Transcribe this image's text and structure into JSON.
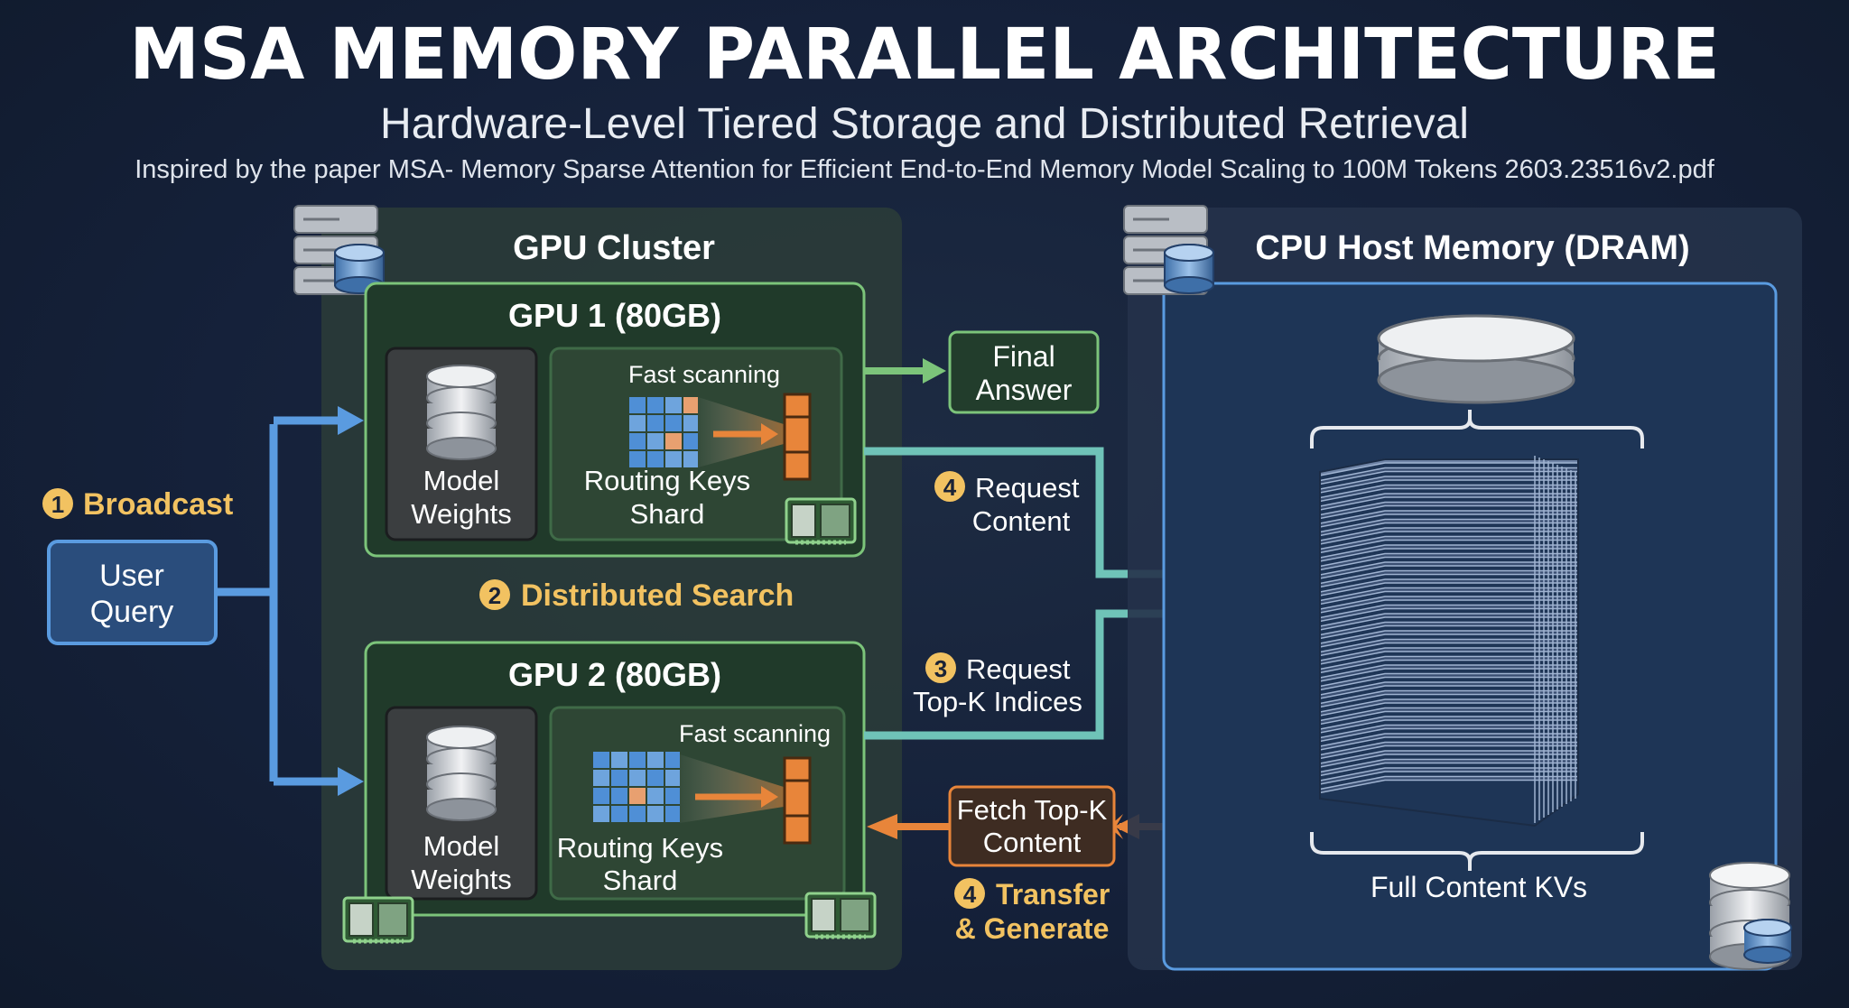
{
  "header": {
    "title": "MSA MEMORY PARALLEL ARCHITECTURE",
    "subtitle": "Hardware-Level Tiered Storage and Distributed Retrieval",
    "credit": "Inspired by the paper MSA- Memory Sparse Attention for Efficient End-to-End Memory Model Scaling to 100M Tokens 2603.23516v2.pdf"
  },
  "user_query": {
    "line1": "User",
    "line2": "Query"
  },
  "steps": {
    "broadcast": {
      "num": "1",
      "label": "Broadcast"
    },
    "distributed": {
      "num": "2",
      "label": "Distributed Search"
    },
    "request_topk": {
      "num": "3",
      "line1": "Request",
      "line2": "Top-K Indices"
    },
    "request_content": {
      "num": "4",
      "line1": "Request",
      "line2": "Content"
    },
    "transfer": {
      "num": "4",
      "line1": "Transfer",
      "line2": "& Generate"
    }
  },
  "gpu_cluster": {
    "title": "GPU Cluster",
    "gpu1": {
      "title": "GPU 1 (80GB)",
      "weights_line1": "Model",
      "weights_line2": "Weights",
      "scan_label": "Fast scanning",
      "keys_line1": "Routing Keys",
      "keys_line2": "Shard"
    },
    "gpu2": {
      "title": "GPU 2 (80GB)",
      "weights_line1": "Model",
      "weights_line2": "Weights",
      "scan_label": "Fast scanning",
      "keys_line1": "Routing Keys",
      "keys_line2": "Shard"
    }
  },
  "final_answer": {
    "line1": "Final",
    "line2": "Answer"
  },
  "fetch": {
    "line1": "Fetch Top-K",
    "line2": "Content"
  },
  "cpu_memory": {
    "title": "CPU Host Memory (DRAM)",
    "kv_label": "Full Content KVs"
  },
  "colors": {
    "blue_arrow": "#5a9be0",
    "green": "#7cc47a",
    "teal": "#6fc3b8",
    "orange": "#e8853a",
    "gold": "#f2c261"
  }
}
